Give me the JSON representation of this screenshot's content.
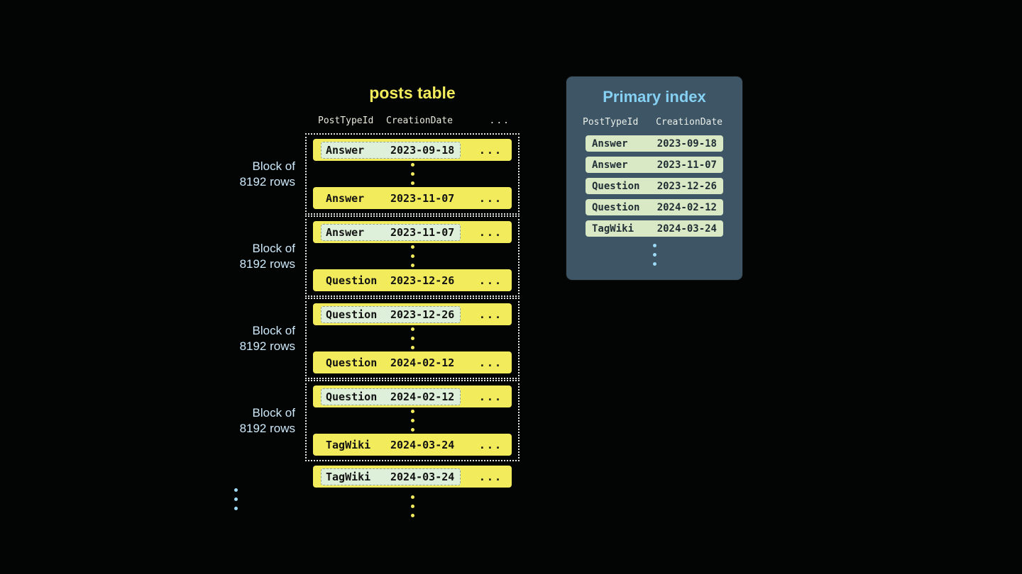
{
  "colors": {
    "background": "#030404",
    "row_yellow": "#f2ec5d",
    "row_highlight_green": "#def0d9",
    "block_label_blue": "#cde9fa",
    "panel_slate": "#3d5565",
    "index_row_green": "#d9e8c5",
    "index_title_blue": "#85d0f3",
    "dots_blue": "#9ed9f5"
  },
  "posts_table": {
    "title": "posts table",
    "columns": [
      "PostTypeId",
      "CreationDate",
      "..."
    ],
    "ellipsis": "...",
    "block_label": {
      "line1": "Block of",
      "line2": "8192 rows"
    },
    "blocks": [
      {
        "first": {
          "type": "Answer",
          "date": "2023-09-18"
        },
        "last": {
          "type": "Answer",
          "date": "2023-11-07"
        }
      },
      {
        "first": {
          "type": "Answer",
          "date": "2023-11-07"
        },
        "last": {
          "type": "Question",
          "date": "2023-12-26"
        }
      },
      {
        "first": {
          "type": "Question",
          "date": "2023-12-26"
        },
        "last": {
          "type": "Question",
          "date": "2024-02-12"
        }
      },
      {
        "first": {
          "type": "Question",
          "date": "2024-02-12"
        },
        "last": {
          "type": "TagWiki",
          "date": "2024-03-24"
        }
      }
    ],
    "trailing_row": {
      "type": "TagWiki",
      "date": "2024-03-24"
    }
  },
  "primary_index": {
    "title": "Primary index",
    "columns": [
      "PostTypeId",
      "CreationDate"
    ],
    "rows": [
      {
        "type": "Answer",
        "date": "2023-09-18"
      },
      {
        "type": "Answer",
        "date": "2023-11-07"
      },
      {
        "type": "Question",
        "date": "2023-12-26"
      },
      {
        "type": "Question",
        "date": "2024-02-12"
      },
      {
        "type": "TagWiki",
        "date": "2024-03-24"
      }
    ]
  }
}
